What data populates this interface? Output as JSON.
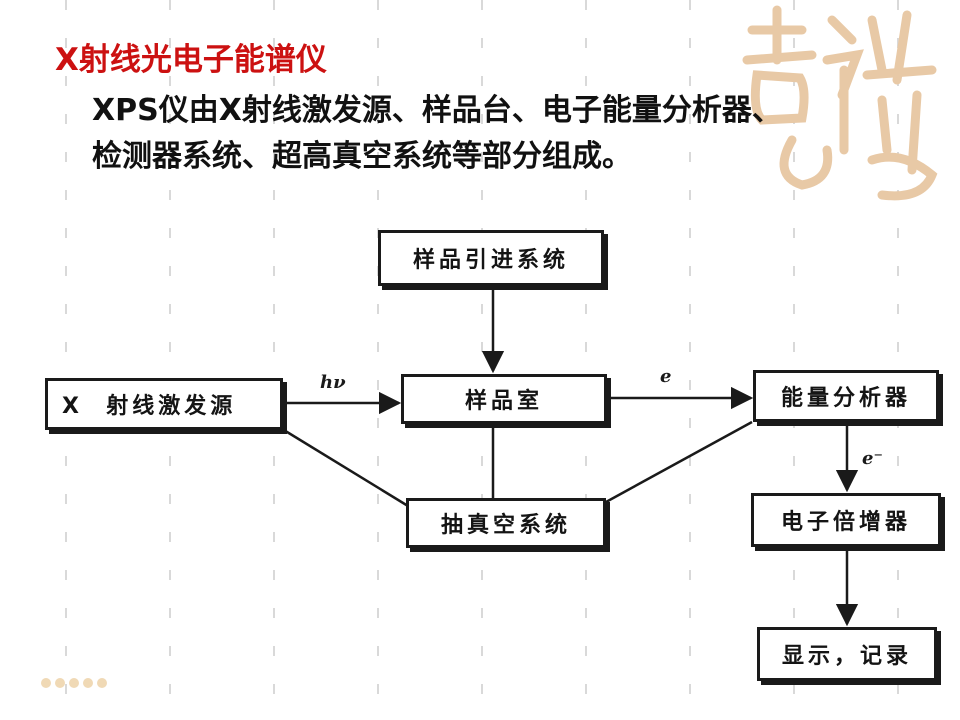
{
  "slide": {
    "title": "X射线光电子能谱仪",
    "body_line1": "XPS仪由X射线激发源、样品台、电子能量分析器、",
    "body_line2": "检测器系统、超高真空系统等部分组成。"
  },
  "diagram": {
    "boxes": {
      "sample_intro": "样品引进系统",
      "xray_source": "X  射线激发源",
      "sample_chamber": "样品室",
      "energy_analyzer": "能量分析器",
      "vacuum_system": "抽真空系统",
      "multiplier": "电子倍增器",
      "display": "显示，记录"
    },
    "labels": {
      "photon": "hν",
      "electron": "e",
      "electron_minus": "e⁻"
    }
  },
  "colors": {
    "title": "#cc1111",
    "text": "#111111",
    "decoration": "#e8c9a6"
  }
}
